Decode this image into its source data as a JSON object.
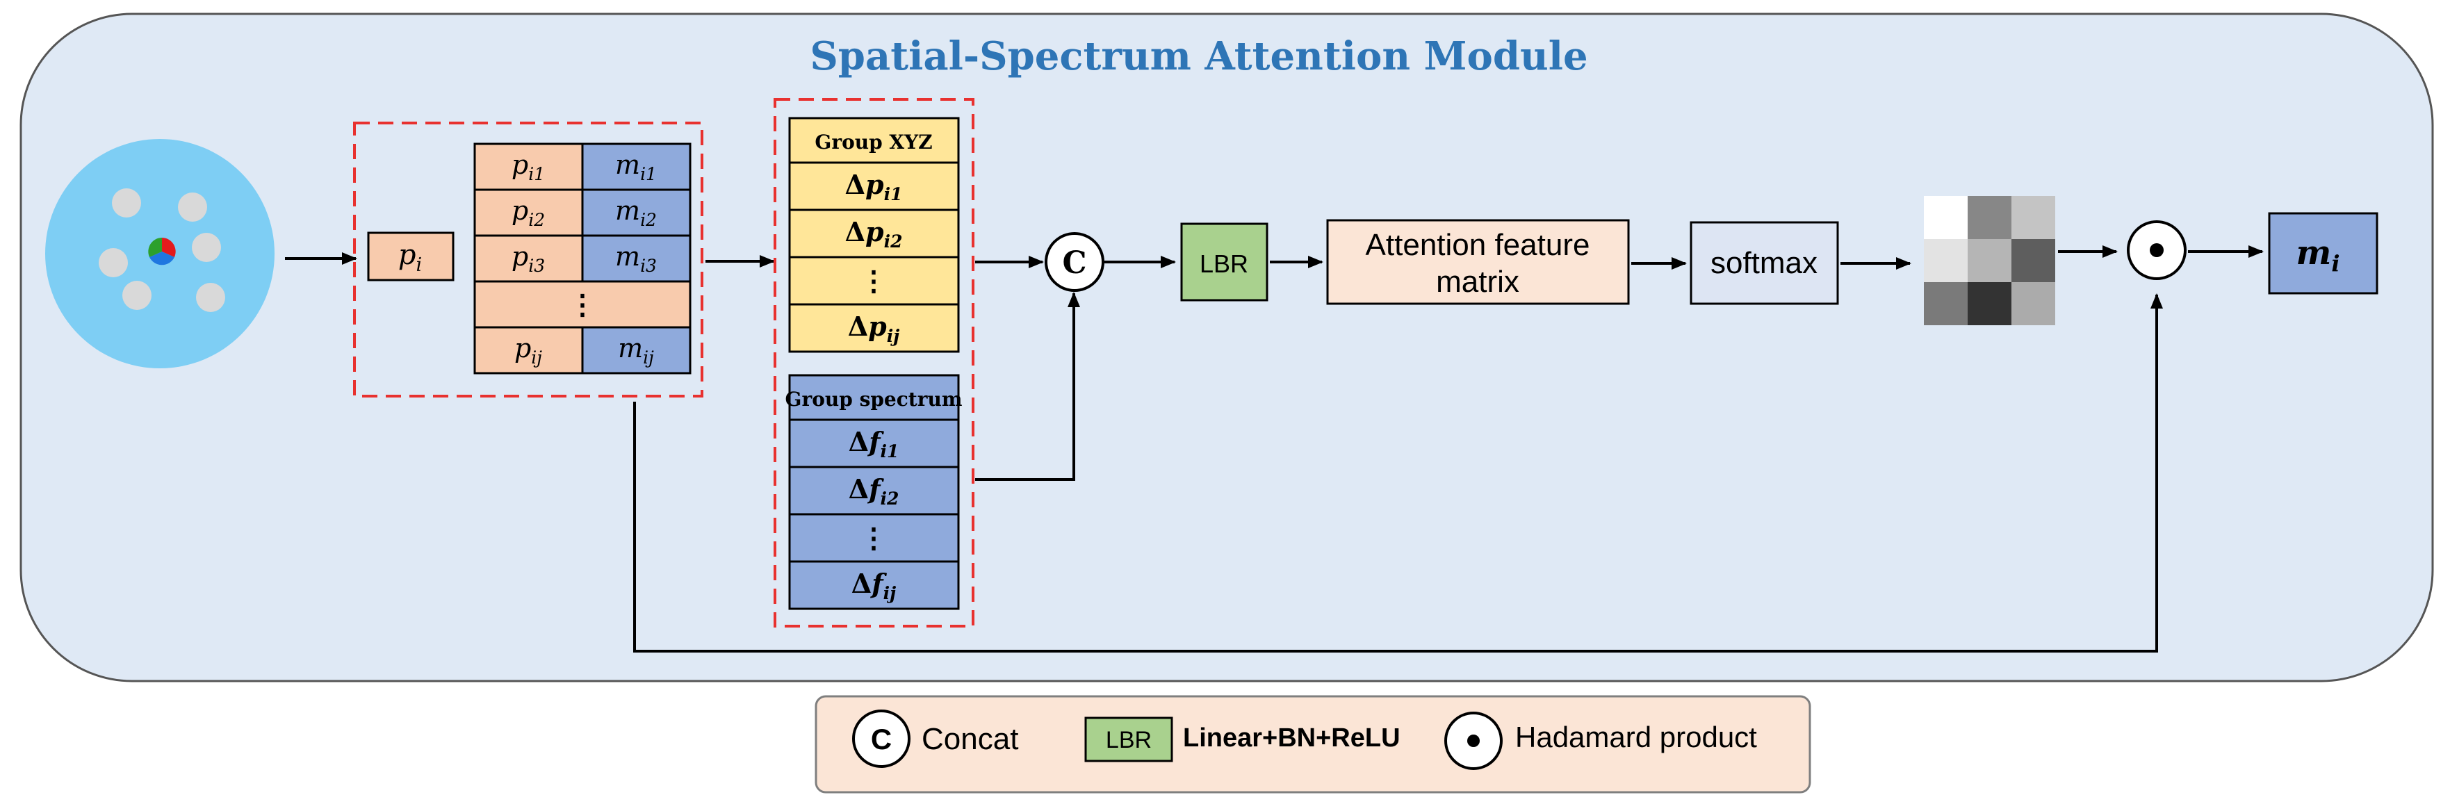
{
  "title": "Spatial-Spectrum Attention Module",
  "input": {
    "point_label": "p",
    "point_sub": "i"
  },
  "table": {
    "rows": [
      {
        "p": "p",
        "p_sub": "i1",
        "m": "m",
        "m_sub": "i1"
      },
      {
        "p": "p",
        "p_sub": "i2",
        "m": "m",
        "m_sub": "i2"
      },
      {
        "p": "p",
        "p_sub": "i3",
        "m": "m",
        "m_sub": "i3"
      },
      {
        "ellipsis": "⋮"
      },
      {
        "p": "p",
        "p_sub": "ij",
        "m": "m",
        "m_sub": "ij"
      }
    ]
  },
  "group_xyz": {
    "header": "Group XYZ",
    "items": [
      {
        "delta": "Δ",
        "sym": "p",
        "sub": "i1"
      },
      {
        "delta": "Δ",
        "sym": "p",
        "sub": "i2"
      },
      {
        "ellipsis": "⋮"
      },
      {
        "delta": "Δ",
        "sym": "p",
        "sub": "ij"
      }
    ]
  },
  "group_spectrum": {
    "header": "Group spectrum",
    "items": [
      {
        "delta": "Δ",
        "sym": "f",
        "sub": "i1"
      },
      {
        "delta": "Δ",
        "sym": "f",
        "sub": "i2"
      },
      {
        "ellipsis": "⋮"
      },
      {
        "delta": "Δ",
        "sym": "f",
        "sub": "ij"
      }
    ]
  },
  "concat_symbol": "C",
  "lbr_label": "LBR",
  "attention": {
    "line1": "Attention feature",
    "line2": "matrix"
  },
  "softmax_label": "softmax",
  "hadamard_symbol": "•",
  "output": {
    "sym": "m",
    "sub": "i"
  },
  "legend": {
    "concat_symbol": "C",
    "concat_label": "Concat",
    "lbr_box": "LBR",
    "lbr_label": "Linear+BN+ReLU",
    "hadamard_symbol": "•",
    "hadamard_label": "Hadamard product"
  },
  "colors": {
    "panel_bg": "#DFE9F5",
    "title": "#2E75B6",
    "orange": "#F8CBAD",
    "blue": "#8FAADC",
    "yellow": "#FFE699",
    "green": "#A9D18E",
    "attention_bg": "#FBE5D6",
    "softmax_bg": "#DDE5F3",
    "legend_bg": "#FBE5D6",
    "dashed_red": "#E8312F",
    "cloud": "#7ECEF4"
  }
}
